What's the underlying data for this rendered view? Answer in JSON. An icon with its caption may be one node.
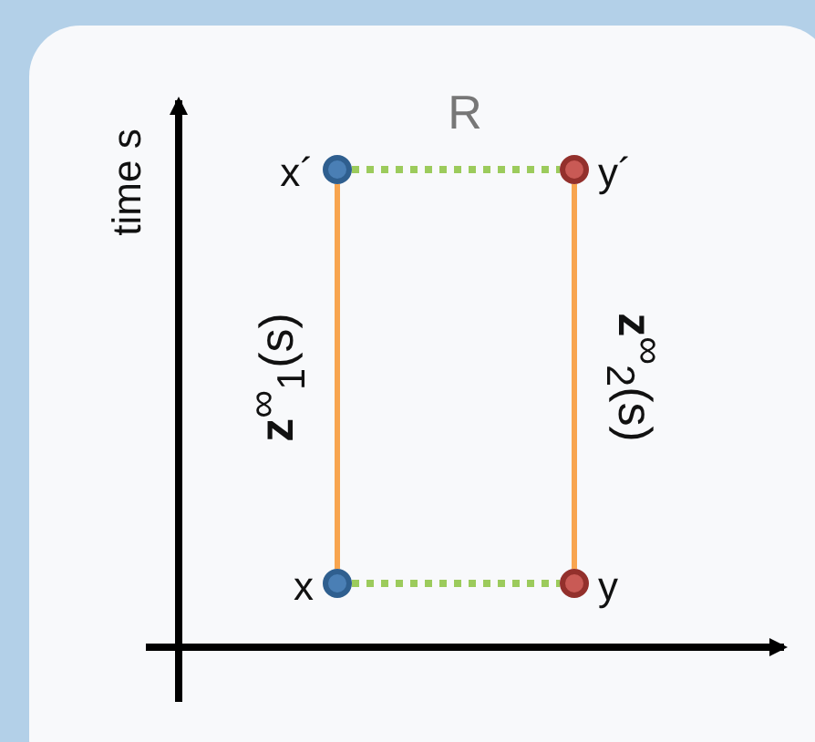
{
  "diagram": {
    "nodes": [
      {
        "text": [],
        "shape": "circle",
        "beside": [
          "x´"
        ]
      },
      {
        "text": [],
        "shape": "circle",
        "beside": [
          "y´"
        ]
      },
      {
        "text": [],
        "shape": "circle",
        "beside": [
          "x"
        ]
      },
      {
        "text": [],
        "shape": "circle",
        "beside": [
          "y"
        ]
      }
    ],
    "edges": [
      {
        "from": 0,
        "to": 1,
        "arrow": "none",
        "label": "R",
        "style": "dashed",
        "color": "#9ccb5c"
      },
      {
        "from": 2,
        "to": 3,
        "arrow": "none",
        "style": "dashed",
        "color": "#9ccb5c"
      },
      {
        "from": 0,
        "to": 2,
        "arrow": "none",
        "label": "**z**$^{∞}$$_{1}$(s)",
        "color": "#f8a54f"
      },
      {
        "from": 1,
        "to": 3,
        "arrow": "none",
        "label": "**z**$^{∞}$$_{2}$(s)",
        "color": "#f8a54f"
      }
    ],
    "labels": [
      "time s"
    ]
  }
}
